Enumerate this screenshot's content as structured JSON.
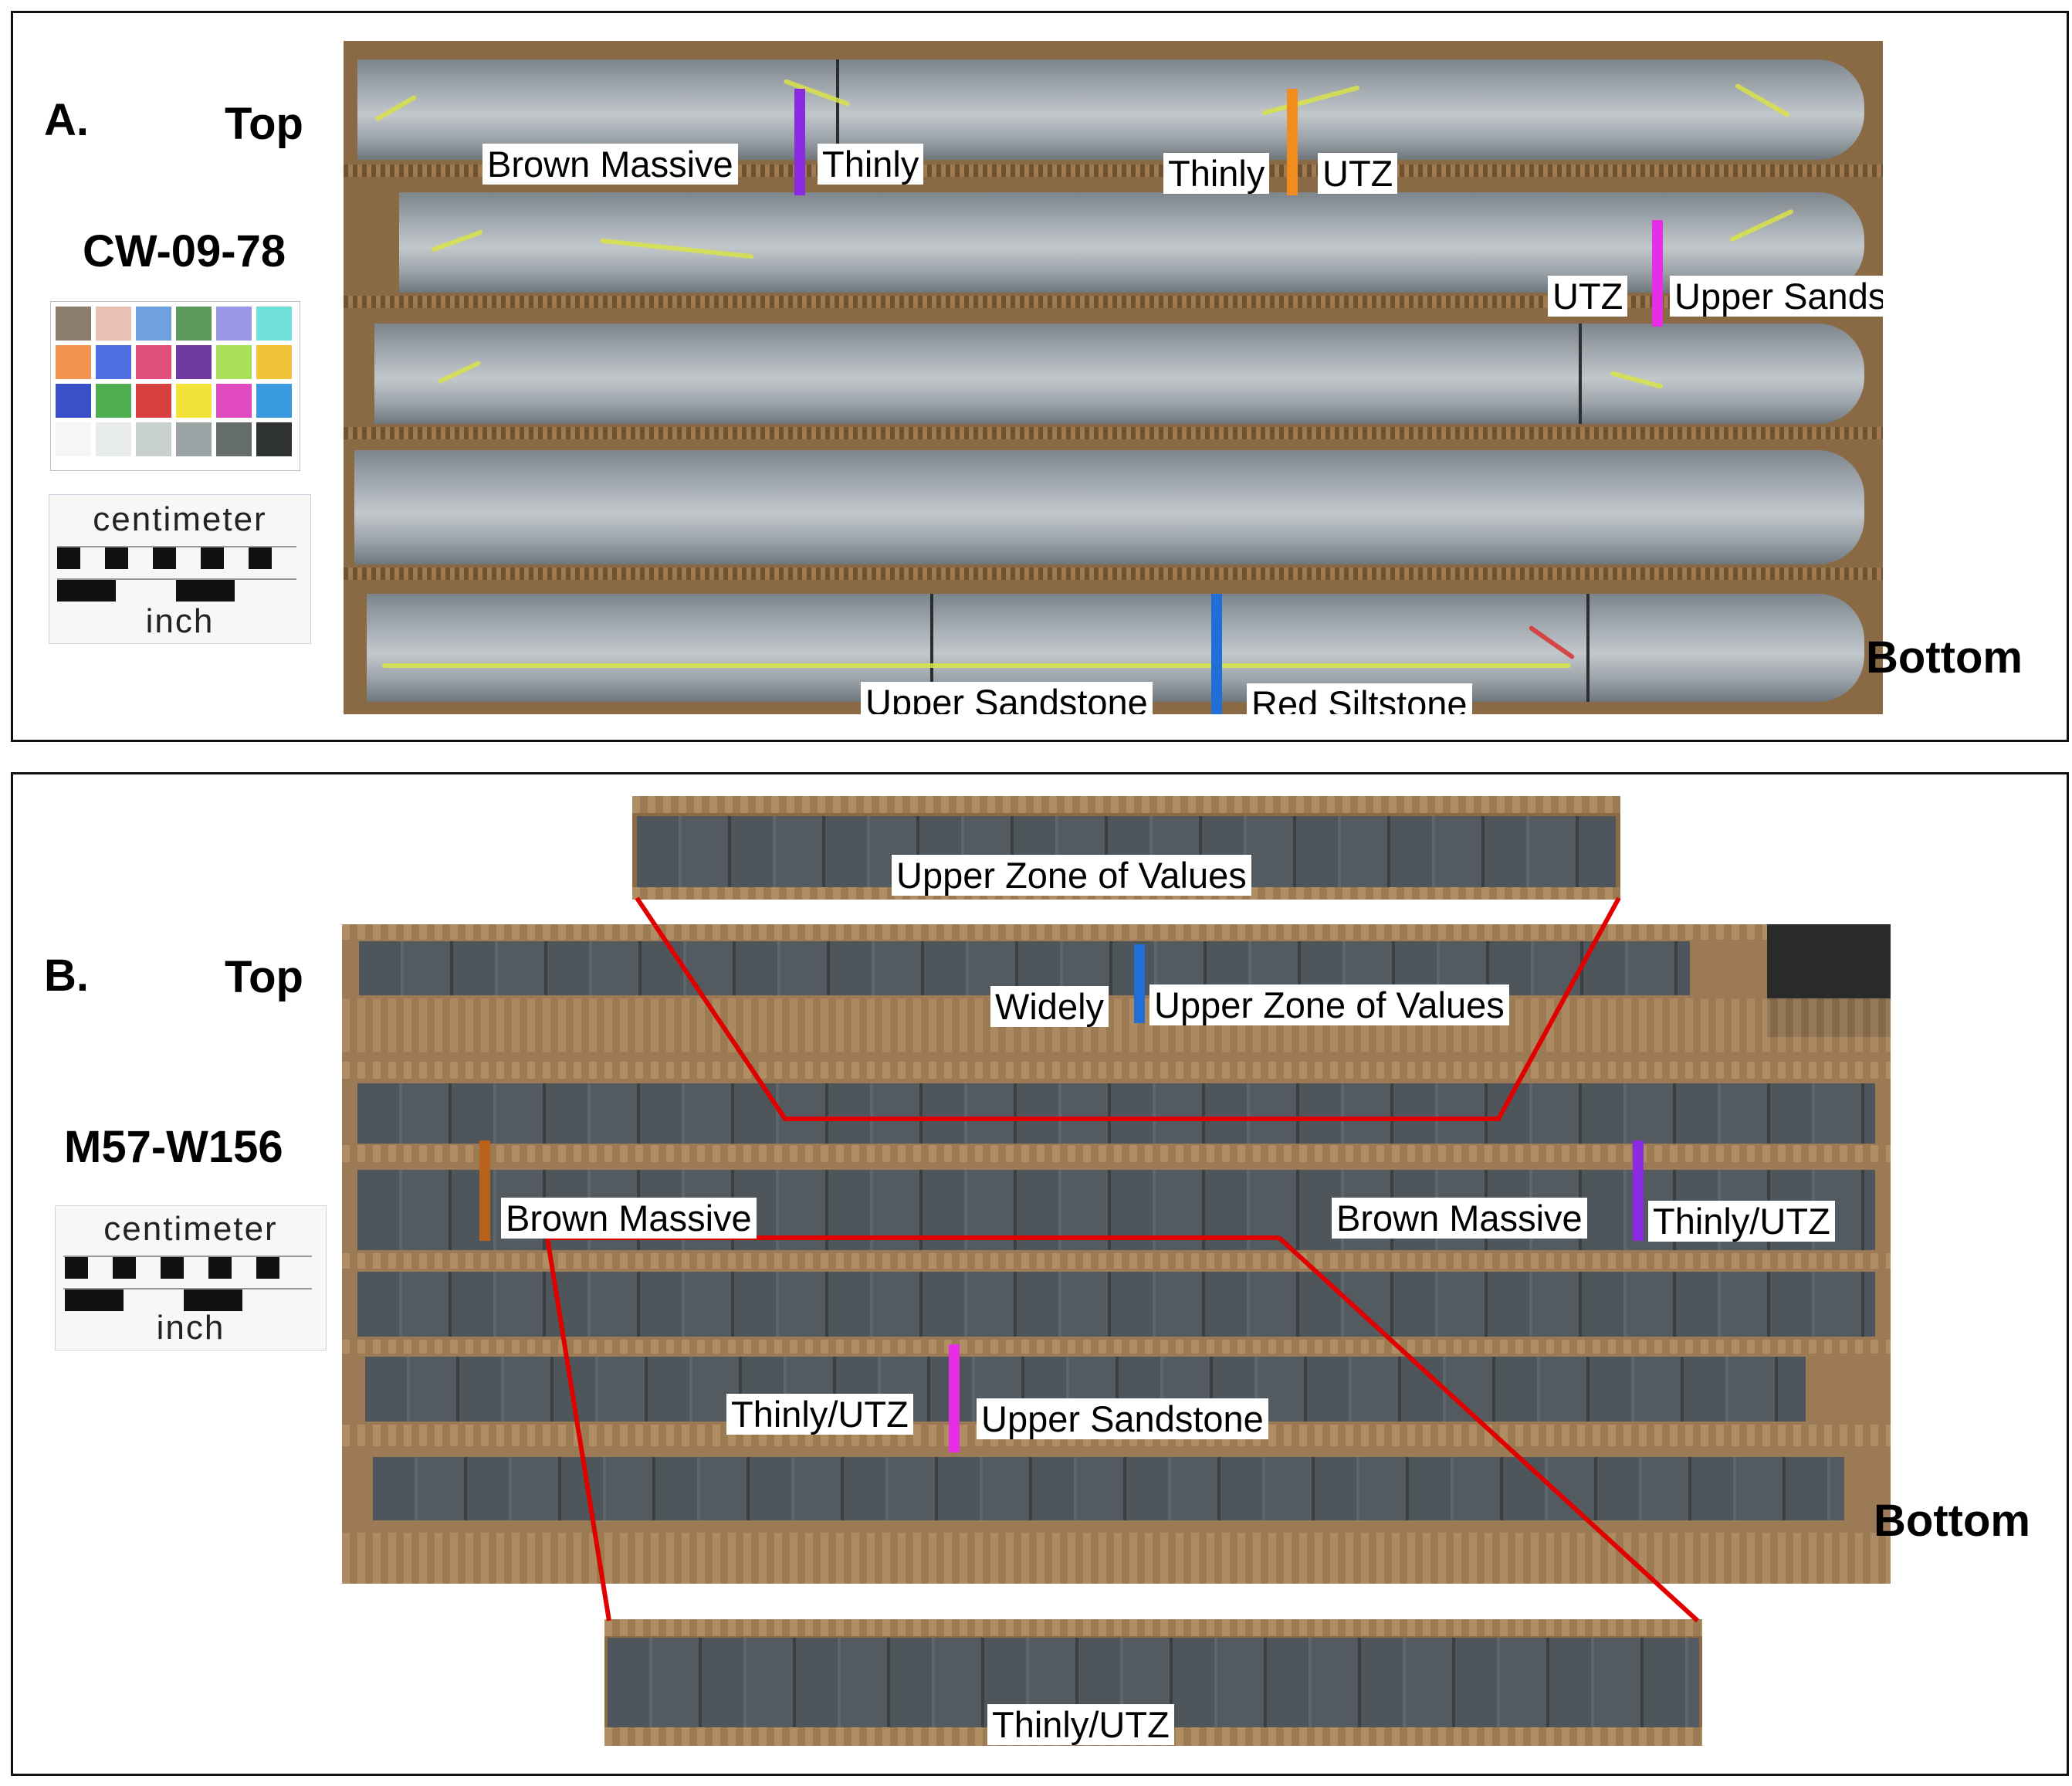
{
  "panel_a": {
    "panel_letter": "A.",
    "top_label": "Top",
    "core_id": "CW-09-78",
    "bottom_label": "Bottom",
    "scale": {
      "upper": "centimeter",
      "lower": "inch"
    },
    "annotations": {
      "brown_massive": "Brown Massive",
      "thinly_1": "Thinly",
      "thinly_2": "Thinly",
      "utz_1": "UTZ",
      "utz_2": "UTZ",
      "upper_sandstone_1": "Upper Sandstone",
      "upper_sandstone_2": "Upper Sandstone",
      "red_siltstone": "Red Siltstone"
    },
    "marker_colors": {
      "purple": "#8a2be2",
      "orange": "#f28c1c",
      "magenta": "#e62ee6",
      "blue": "#1f6fd6"
    }
  },
  "panel_b": {
    "panel_letter": "B.",
    "top_label": "Top",
    "core_id": "M57-W156",
    "bottom_label": "Bottom",
    "scale": {
      "upper": "centimeter",
      "lower": "inch"
    },
    "annotations": {
      "inset_top": "Upper Zone of Values",
      "widely": "Widely",
      "upper_zone_of_values": "Upper Zone of Values",
      "brown_massive_1": "Brown Massive",
      "brown_massive_2": "Brown Massive",
      "thinly_utz_1": "Thinly/UTZ",
      "thinly_utz_2": "Thinly/UTZ",
      "upper_sandstone": "Upper Sandstone",
      "inset_bottom": "Thinly/UTZ"
    },
    "marker_colors": {
      "brown": "#b8621b",
      "blue": "#1f6fd6",
      "purple": "#8a2be2",
      "magenta": "#e62ee6",
      "zoom_line": "#e00000"
    }
  },
  "color_chart": [
    "#8c7d6e",
    "#e9c1b3",
    "#6fa0e0",
    "#5b9a5a",
    "#9a96e6",
    "#6fe0d8",
    "#f2944f",
    "#4f6ee0",
    "#e0507a",
    "#6e3aa0",
    "#a8e05a",
    "#f2c238",
    "#3a50c8",
    "#4fae4f",
    "#d84040",
    "#f2e23a",
    "#e04ac0",
    "#3a9ae0",
    "#f6f6f6",
    "#e8ecec",
    "#c8d0d0",
    "#9aa4a4",
    "#646c6c",
    "#2e3232"
  ]
}
